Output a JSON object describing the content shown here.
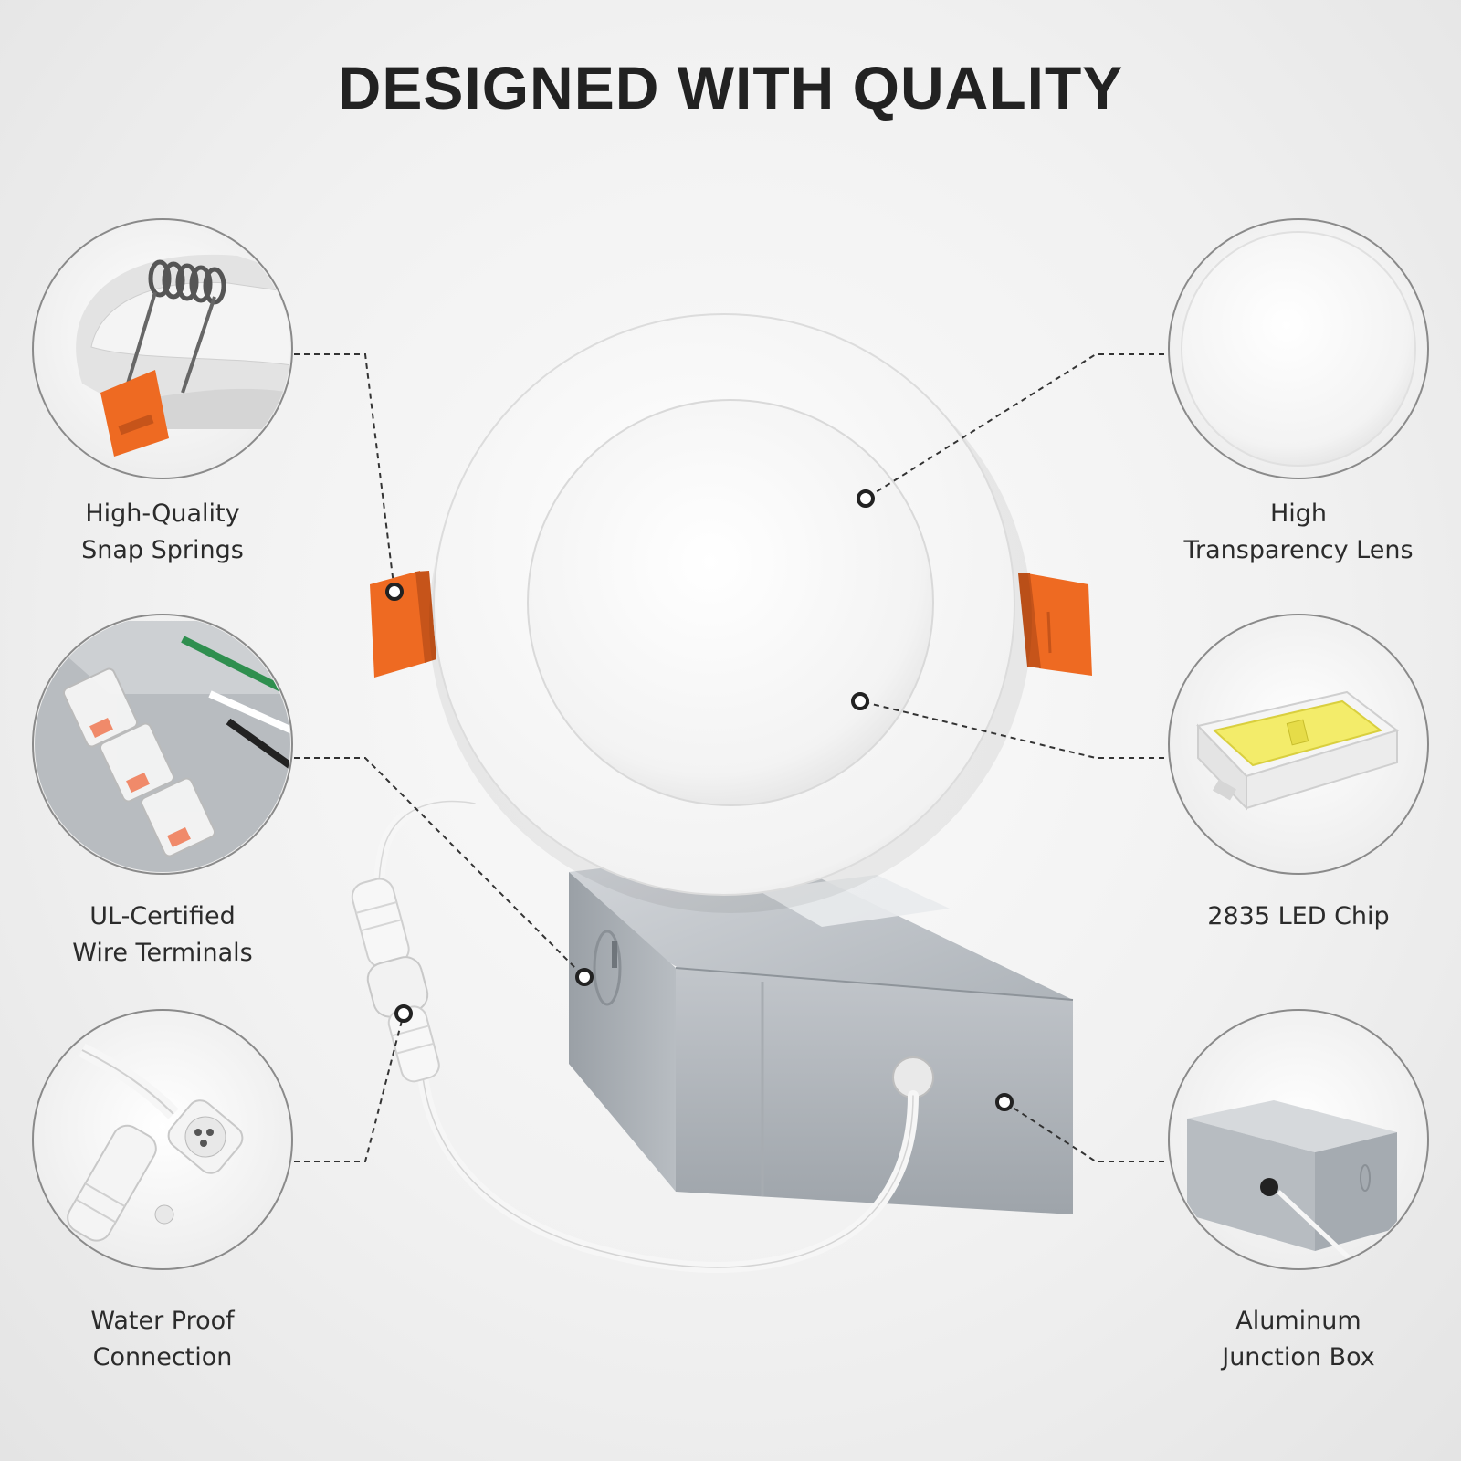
{
  "title": "DESIGNED WITH QUALITY",
  "features": {
    "snap_springs": {
      "line1": "High-Quality",
      "line2": "Snap Springs"
    },
    "lens": {
      "line1": "High",
      "line2": "Transparency Lens"
    },
    "terminals": {
      "line1": "UL-Certified",
      "line2": "Wire Terminals"
    },
    "led_chip": {
      "line1": "2835 LED Chip"
    },
    "waterproof": {
      "line1": "Water Proof",
      "line2": "Connection"
    },
    "junction_box": {
      "line1": "Aluminum",
      "line2": "Junction Box"
    }
  },
  "colors": {
    "title": "#222222",
    "text": "#2b2b2b",
    "accent_orange": "#ee6a22",
    "led_yellow": "#f3ec6a",
    "box_silver": "#b9bdc2",
    "line": "#333333"
  }
}
